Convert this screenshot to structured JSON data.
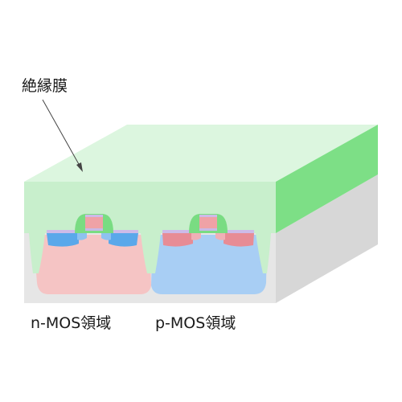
{
  "labels": {
    "insulating_film": "絶縁膜",
    "n_mos_region": "n-MOS領域",
    "p_mos_region": "p-MOS領域"
  },
  "colors": {
    "insulator_front": "#c9f0cc",
    "insulator_top": "#dff7e2",
    "insulator_side": "#7ddf86",
    "substrate_front": "#e6e6e6",
    "substrate_side": "#d6d6d6",
    "p_well": "#f5c2c2",
    "n_well": "#a7cdf3",
    "n_plus": "#5aa8ea",
    "p_plus": "#e78c95",
    "gate": "#efa2a6",
    "gate_oxide": "#c6b9e6",
    "sidewall": "#7ddf86"
  }
}
